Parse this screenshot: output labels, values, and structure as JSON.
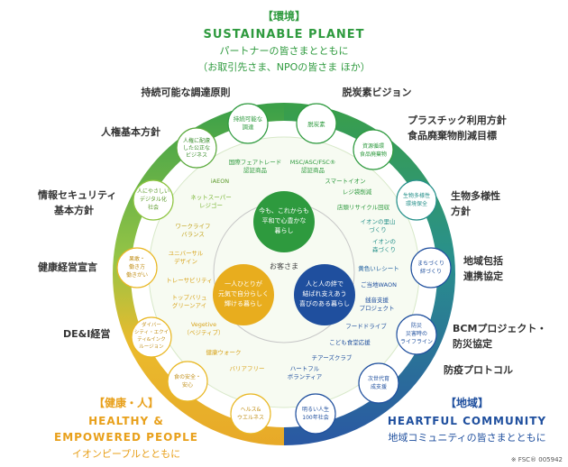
{
  "header": {
    "tag": "【環境】",
    "title": "SUSTAINABLE PLANET",
    "line1": "パートナーの皆さまとともに",
    "line2": "（お取引先さま、NPOの皆さま ほか）"
  },
  "footer_left": {
    "tag": "【健康・人】",
    "title1": "HEALTHY &",
    "title2": "EMPOWERED PEOPLE",
    "line": "イオンピープルとともに"
  },
  "footer_right": {
    "tag": "【地域】",
    "title": "HEARTFUL COMMUNITY",
    "line": "地域コミュニティの皆さまとともに"
  },
  "fsc": "※ FSC® 005942",
  "center": {
    "label": "お客さま",
    "top": [
      "今も、これからも",
      "平和で心豊かな",
      "暮らし"
    ],
    "left": [
      "一人ひとりが",
      "元気で自分らしく",
      "輝ける暮らし"
    ],
    "right": [
      "人と人の絆で",
      "結ばれ支えあう",
      "喜びのある暮らし"
    ]
  },
  "policies": {
    "p1": "持続可能な調達原則",
    "p2": "脱炭素ビジョン",
    "p3a": "プラスチック利用方針",
    "p3b": "食品廃棄物削減目標",
    "p4": "人権基本方針",
    "p5a": "生物多様性",
    "p5b": "方針",
    "p6a": "情報セキュリティ",
    "p6b": "基本方針",
    "p7a": "地域包括",
    "p7b": "連携協定",
    "p8": "健康経営宣言",
    "p9a": "BCMプロジェクト・",
    "p9b": "防災協定",
    "p10": "DE&I経営",
    "p11": "防疫プロトコル"
  },
  "circles": {
    "c1": [
      "持続可能な",
      "調達"
    ],
    "c2": [
      "脱炭素"
    ],
    "c3": [
      "人権に配慮",
      "した公正な",
      "ビジネス"
    ],
    "c4": [
      "資源循環",
      "食品廃棄物"
    ],
    "c5": [
      "人にやさしい",
      "デジタル化",
      "社会"
    ],
    "c6": [
      "生物多様性",
      "環境保全"
    ],
    "c7": [
      "果敢・",
      "働き方",
      "働きがい"
    ],
    "c8": [
      "まちづくり",
      "絆づくり"
    ],
    "c9": [
      "ダイバー",
      "シティ・エクイ",
      "ティ&インク",
      "ルージョン"
    ],
    "c10": [
      "防災",
      "災害時の",
      "ライフライン"
    ],
    "c11": [
      "食の安全・",
      "安心"
    ],
    "c12": [
      "次世代育",
      "成支援"
    ],
    "c13": [
      "ヘルス&",
      "ウエルネス"
    ],
    "c14": [
      "明るい人生",
      "100年社会"
    ]
  },
  "ring_labels": {
    "r1a": "国際フェアトレード",
    "r1b": "認証商品",
    "r2a": "MSC/ASC/FSC®",
    "r2b": "認証商品",
    "r3": "iAEON",
    "r4": "スマートイオン",
    "r5a": "ネットスーパー",
    "r5b": "レジゴー",
    "r6": "レジ袋削減",
    "r7": "店頭リサイクル回収",
    "r8a": "ワークライフ",
    "r8b": "バランス",
    "r9a": "イオンの里山",
    "r9b": "づくり",
    "r10a": "ユニバーサル",
    "r10b": "デザイン",
    "r11a": "イオンの",
    "r11b": "森づくり",
    "r12": "トレーサビリティ",
    "r13": "黄色いレシート",
    "r14a": "トップバリュ",
    "r14b": "グリーンアイ",
    "r15": "ご当地WAON",
    "r16a": "Vegetive",
    "r16b": "（ベジティブ）",
    "r17a": "銭音支援",
    "r17b": "プロジェクト",
    "r18": "フードドライブ",
    "r19": "健康ウォーク",
    "r20": "こども食堂応援",
    "r21": "チアーズクラブ",
    "r22": "バリアフリー",
    "r23a": "ハートフル",
    "r23b": "ボランティア"
  },
  "colors": {
    "green": "#2e9a3e",
    "lightgreen": "#86c440",
    "yellow": "#e8b421",
    "orange": "#e8a01b",
    "blue": "#1f4f9e",
    "teal": "#2a8a7a"
  }
}
